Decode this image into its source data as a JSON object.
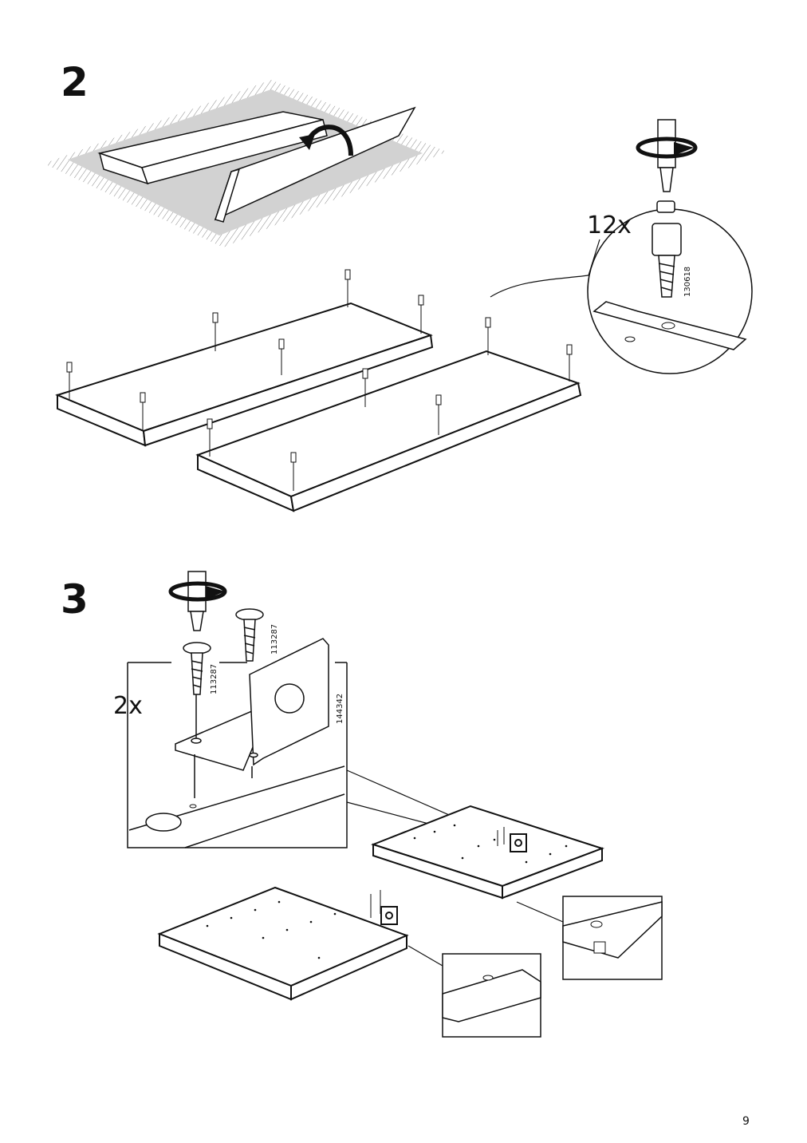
{
  "page": {
    "number": "9"
  },
  "steps": [
    {
      "number": "2",
      "quantity": "12x",
      "part_number": "130618",
      "icons": [
        "rug-icon",
        "flip-arrow-icon",
        "screwdriver-icon",
        "rotate-clockwise-icon",
        "cam-dowel-icon"
      ]
    },
    {
      "number": "3",
      "quantity": "2x",
      "part_numbers": [
        "113287",
        "113287",
        "144342"
      ],
      "icons": [
        "screwdriver-icon",
        "rotate-clockwise-icon",
        "screw-icon",
        "bracket-icon"
      ]
    }
  ]
}
